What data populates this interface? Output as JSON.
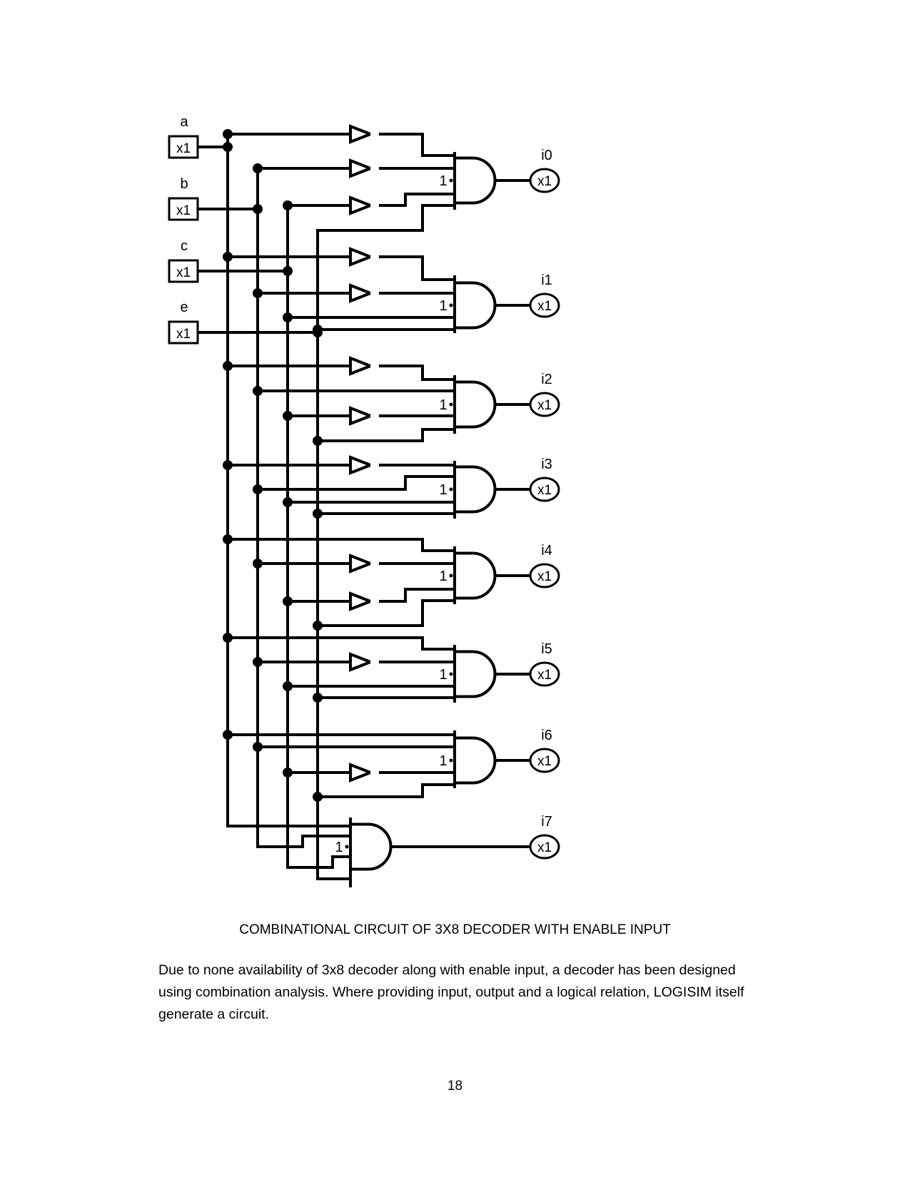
{
  "circuit": {
    "inputs": [
      {
        "label": "a",
        "value": "x1"
      },
      {
        "label": "b",
        "value": "x1"
      },
      {
        "label": "c",
        "value": "x1"
      },
      {
        "label": "e",
        "value": "x1"
      }
    ],
    "outputs": [
      {
        "label": "i0",
        "value": "x1"
      },
      {
        "label": "i1",
        "value": "x1"
      },
      {
        "label": "i2",
        "value": "x1"
      },
      {
        "label": "i3",
        "value": "x1"
      },
      {
        "label": "i4",
        "value": "x1"
      },
      {
        "label": "i5",
        "value": "x1"
      },
      {
        "label": "i6",
        "value": "x1"
      },
      {
        "label": "i7",
        "value": "x1"
      }
    ],
    "gate_marker": "1",
    "and_gates": [
      {
        "output": "i0",
        "inverted": [
          "a",
          "b",
          "c"
        ]
      },
      {
        "output": "i1",
        "inverted": [
          "a",
          "b"
        ]
      },
      {
        "output": "i2",
        "inverted": [
          "a",
          "c"
        ]
      },
      {
        "output": "i3",
        "inverted": [
          "a"
        ]
      },
      {
        "output": "i4",
        "inverted": [
          "b",
          "c"
        ]
      },
      {
        "output": "i5",
        "inverted": [
          "b"
        ]
      },
      {
        "output": "i6",
        "inverted": [
          "c"
        ]
      },
      {
        "output": "i7",
        "inverted": []
      }
    ]
  },
  "caption": "COMBINATIONAL CIRCUIT OF 3X8 DECODER WITH ENABLE INPUT",
  "body_text": "Due to none availability of 3x8 decoder along with enable input, a decoder has been designed using combination analysis. Where providing input, output and a logical relation, LOGISIM itself generate a circuit.",
  "page_number": "18"
}
